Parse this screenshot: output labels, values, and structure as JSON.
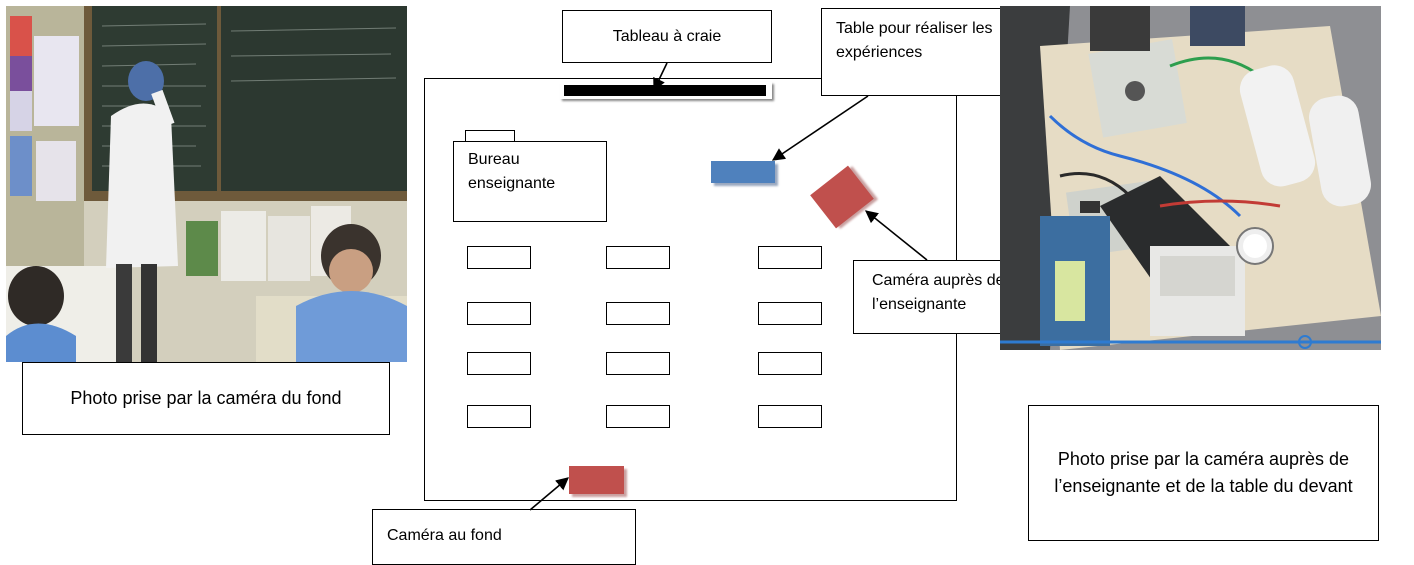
{
  "left_photo": {
    "caption": "Photo prise par la caméra du fond"
  },
  "right_photo": {
    "caption": "Photo prise par la caméra auprès de l’enseignante et de la table du devant"
  },
  "diagram": {
    "chalkboard_label": "Tableau à craie",
    "experiment_table_label": "Table pour réaliser les expériences",
    "teacher_desk_label": "Bureau enseignante",
    "teacher_camera_label": "Caméra auprès de l’enseignante",
    "back_camera_label": "Caméra au fond",
    "colors": {
      "experiment_table": "#4f81bd",
      "camera": "#c0504d",
      "chalkboard": "#000000"
    }
  }
}
